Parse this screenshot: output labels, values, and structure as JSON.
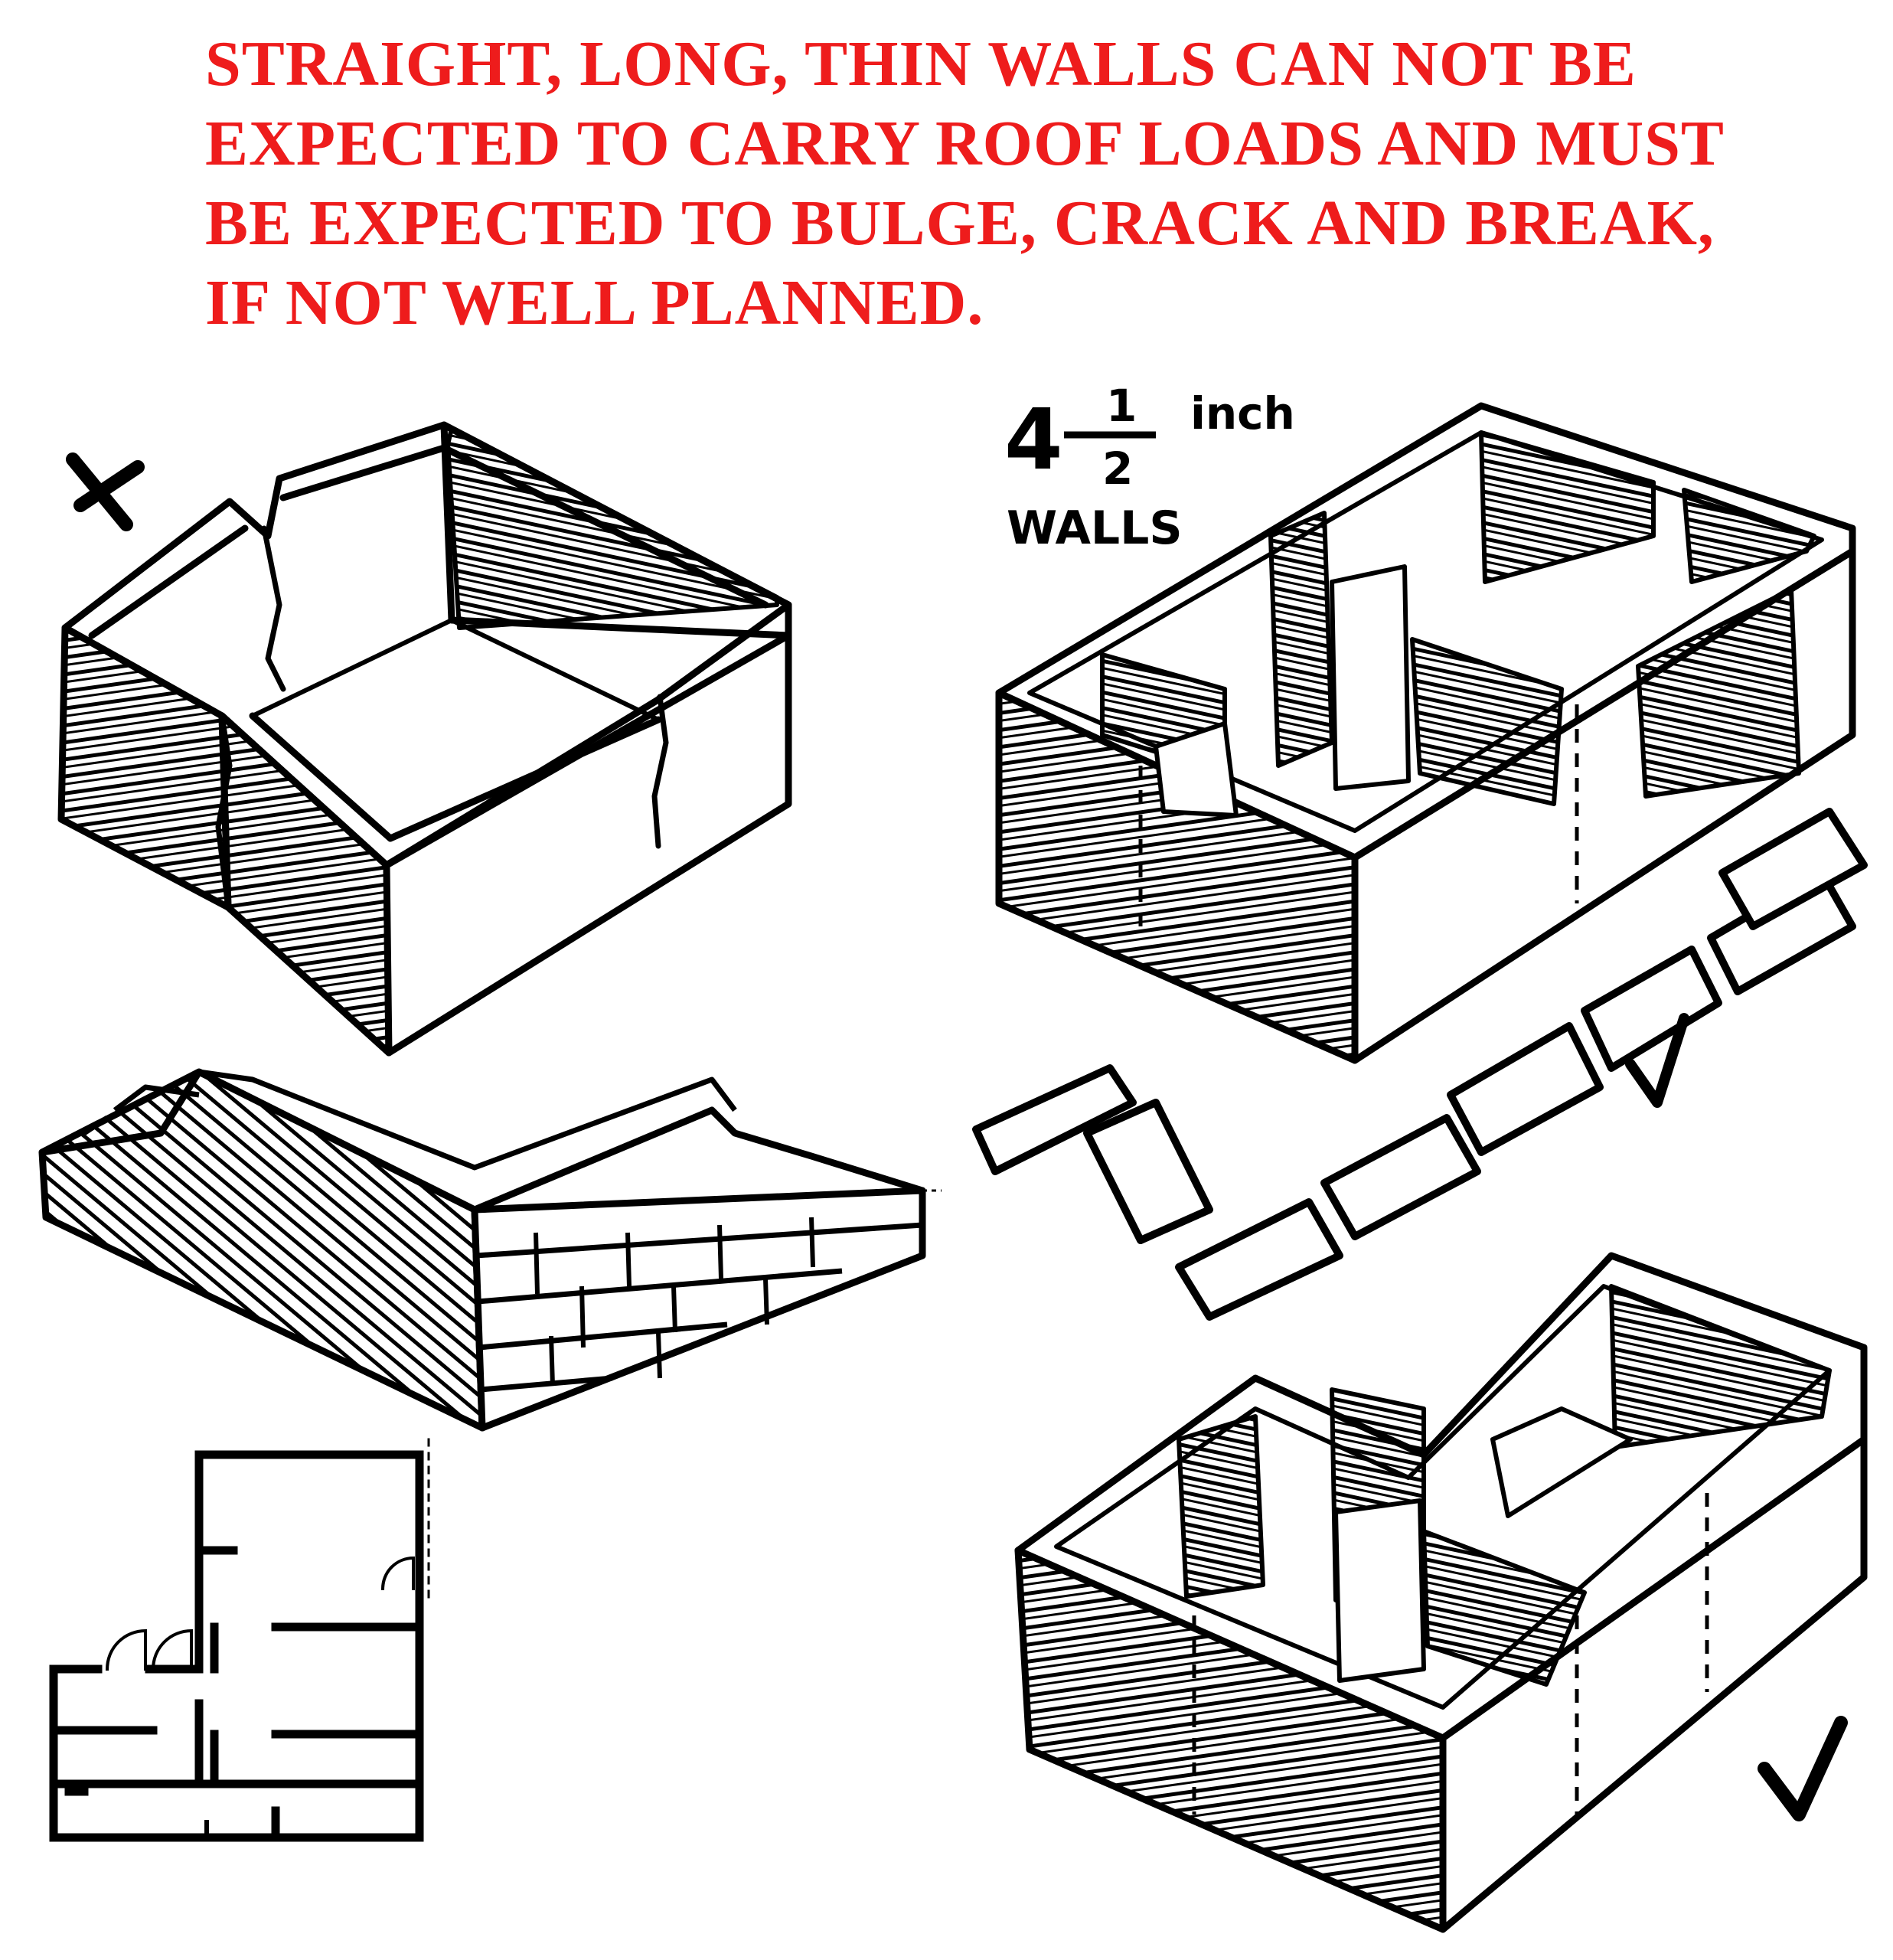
{
  "heading": {
    "lines": [
      "STRAIGHT, LONG, THIN WALLS CAN NOT BE",
      "EXPECTED TO CARRY ROOF LOADS AND MUST",
      "BE EXPECTED TO BULGE, CRACK AND BREAK,",
      "IF NOT WELL PLANNED."
    ],
    "color": "#ee1c1c"
  },
  "annotation": {
    "fraction_whole": "4",
    "fraction_numerator": "1",
    "fraction_denominator": "2",
    "unit": "inch",
    "walls_label": "WALLS"
  },
  "marks": {
    "wrong": "cross-mark-icon",
    "right": "check-mark-icon"
  },
  "colors": {
    "ink": "#000000",
    "paper": "#ffffff",
    "heading": "#ee1c1c"
  }
}
